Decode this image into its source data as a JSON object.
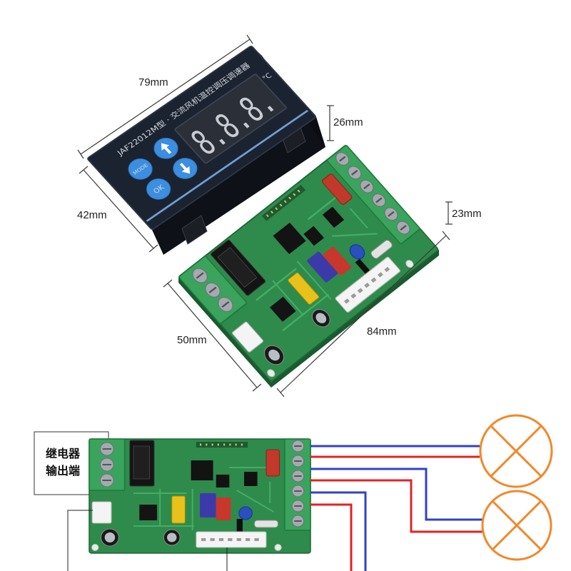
{
  "dimensions": {
    "panel_width": "79mm",
    "panel_depth": "26mm",
    "panel_height": "42mm",
    "board_height": "23mm",
    "board_width": "50mm",
    "board_length": "84mm"
  },
  "display_panel": {
    "model_label": "JAF22012M型 · 交流风机温控调压调速器",
    "digits": "8.8.8.",
    "unit": "°C",
    "buttons": {
      "mode": "MODE",
      "ok": "OK",
      "up_icon": "arrow-up-icon",
      "down_icon": "arrow-down-icon"
    }
  },
  "wiring": {
    "relay_output_line1": "继电器",
    "relay_output_line2": "输出端"
  },
  "colors": {
    "lamp": "#f0892a",
    "wire_blue": "#3340c8",
    "wire_red": "#e02424",
    "board_green": "#2e8b4b",
    "button_blue": "#3b8ee0",
    "panel_stripe": "#6fa0d8"
  }
}
